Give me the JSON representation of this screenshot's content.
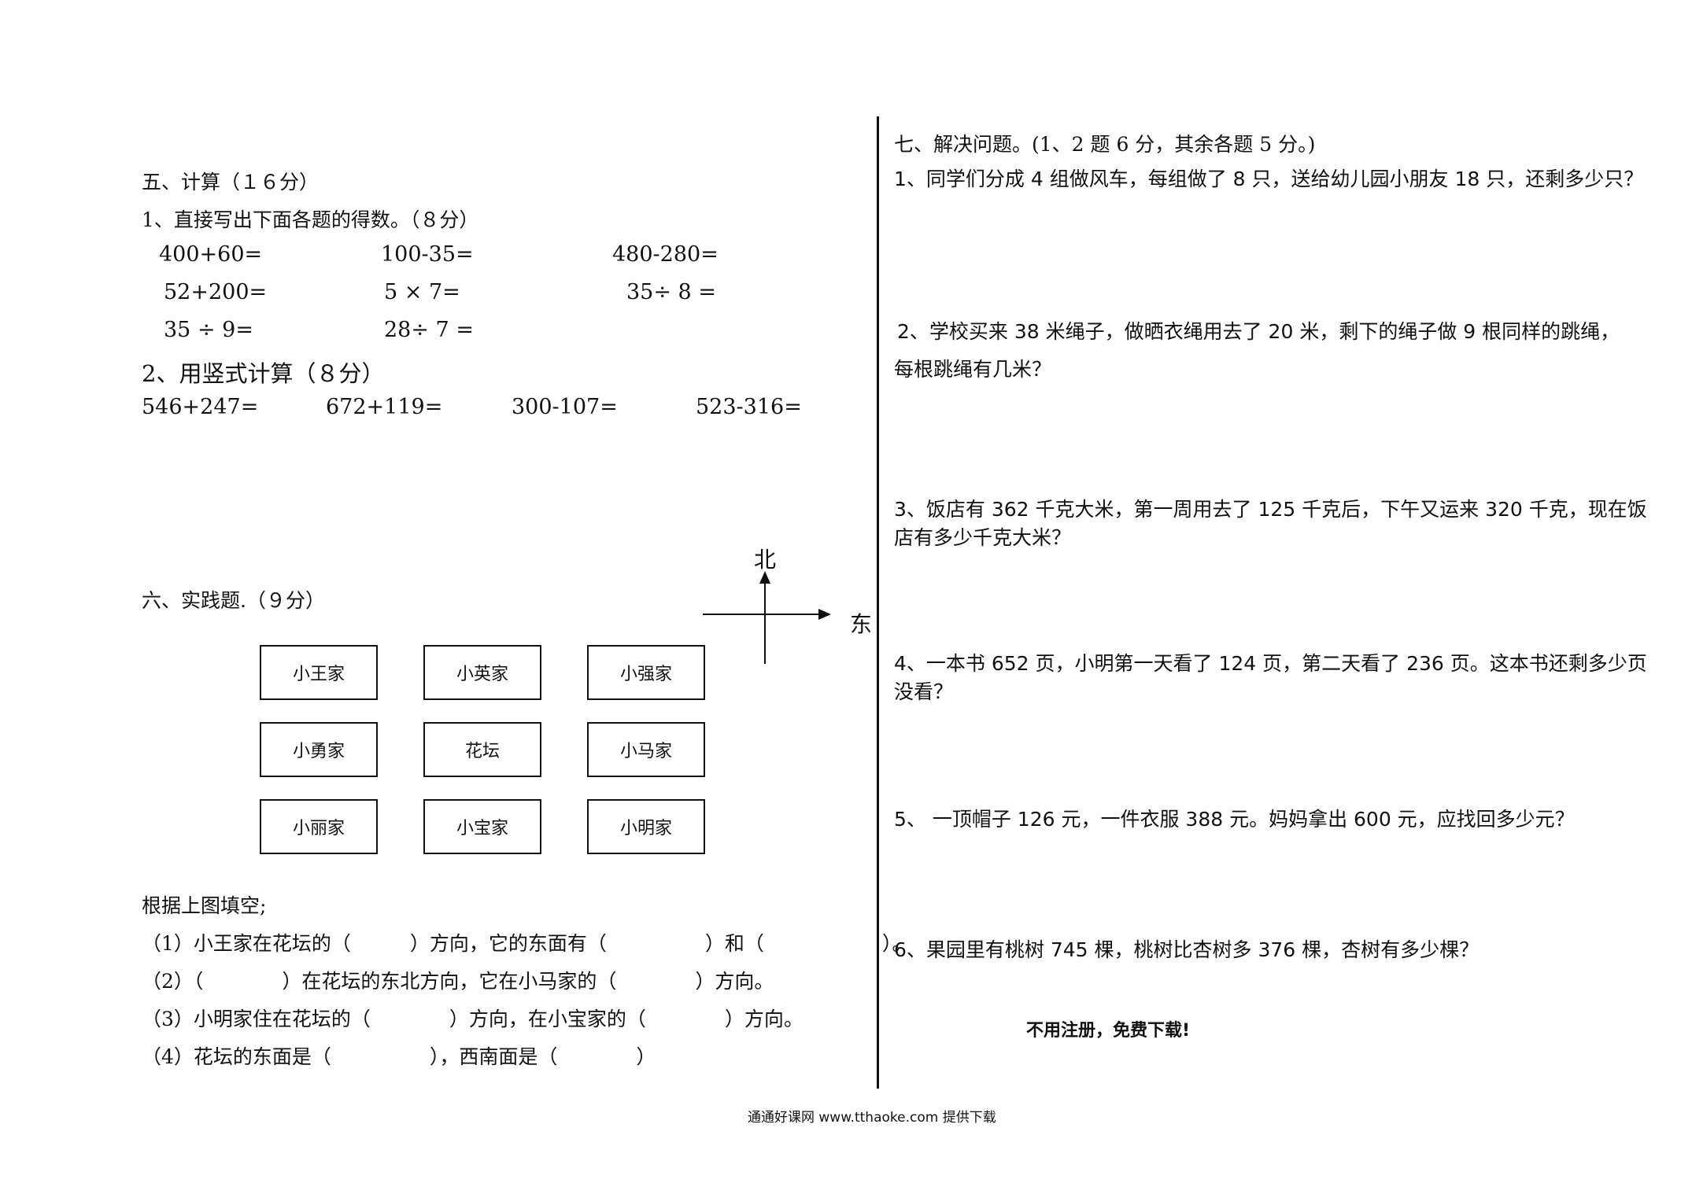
{
  "left": {
    "section5": {
      "title": "五、计算（１６分）",
      "part1": {
        "title": "1、直接写出下面各题的得数。（８分）",
        "rows": [
          [
            "400+60=",
            "100-35=",
            "480-280="
          ],
          [
            "52+200=",
            "5 × 7=",
            "35÷ 8 ="
          ],
          [
            "35 ÷ 9=",
            "28÷ 7 ="
          ]
        ]
      },
      "part2": {
        "title": "2、用竖式计算（８分）",
        "items": [
          "546+247=",
          "672+119=",
          "300-107=",
          "523-316="
        ]
      }
    },
    "section6": {
      "title": "六、实践题.（９分）",
      "compass": {
        "north": "北",
        "east": "东"
      },
      "grid": [
        [
          "小王家",
          "小英家",
          "小强家"
        ],
        [
          "小勇家",
          "花坛",
          "小马家"
        ],
        [
          "小丽家",
          "小宝家",
          "小明家"
        ]
      ],
      "fill_title": "根据上图填空;",
      "fill_items": [
        "（1）小王家在花坛的（　　　）方向，它的东面有（　　　　　）和（　　　　　　）。",
        "（2）（　　　　）在花坛的东北方向，它在小马家的（　　　　）方向。",
        "（3）小明家住在花坛的（　　　　）方向，在小宝家的（　　　　）方向。",
        "（4）花坛的东面是（　　　　　），西南面是（　　　　）"
      ]
    }
  },
  "right": {
    "section7": {
      "title": "七、解决问题。(1、2 题 6 分，其余各题 5 分。)",
      "problems": [
        [
          "1、同学们分成 4 组做风车，每组做了 8 只，送给幼儿园小朋友 18 只，还剩多少只？"
        ],
        [
          "2、学校买来 38 米绳子，做晒衣绳用去了 20 米，剩下的绳子做 9 根同样的跳绳，",
          "每根跳绳有几米？"
        ],
        [
          "3、饭店有 362 千克大米，第一周用去了 125 千克后，下午又运来 320 千克，现在饭",
          "店有多少千克大米？"
        ],
        [
          "4、一本书 652 页，小明第一天看了 124 页，第二天看了 236 页。这本书还剩多少页",
          "没看？"
        ],
        [
          "5、 一顶帽子 126 元，一件衣服 388 元。妈妈拿出 600 元，应找回多少元？"
        ],
        [
          "6、果园里有桃树 745 棵，桃树比杏树多 376 棵，杏树有多少棵？"
        ]
      ],
      "notice": "不用注册，免费下载!"
    }
  },
  "footer": "通通好课网  www.tthaoke.com  提供下载"
}
